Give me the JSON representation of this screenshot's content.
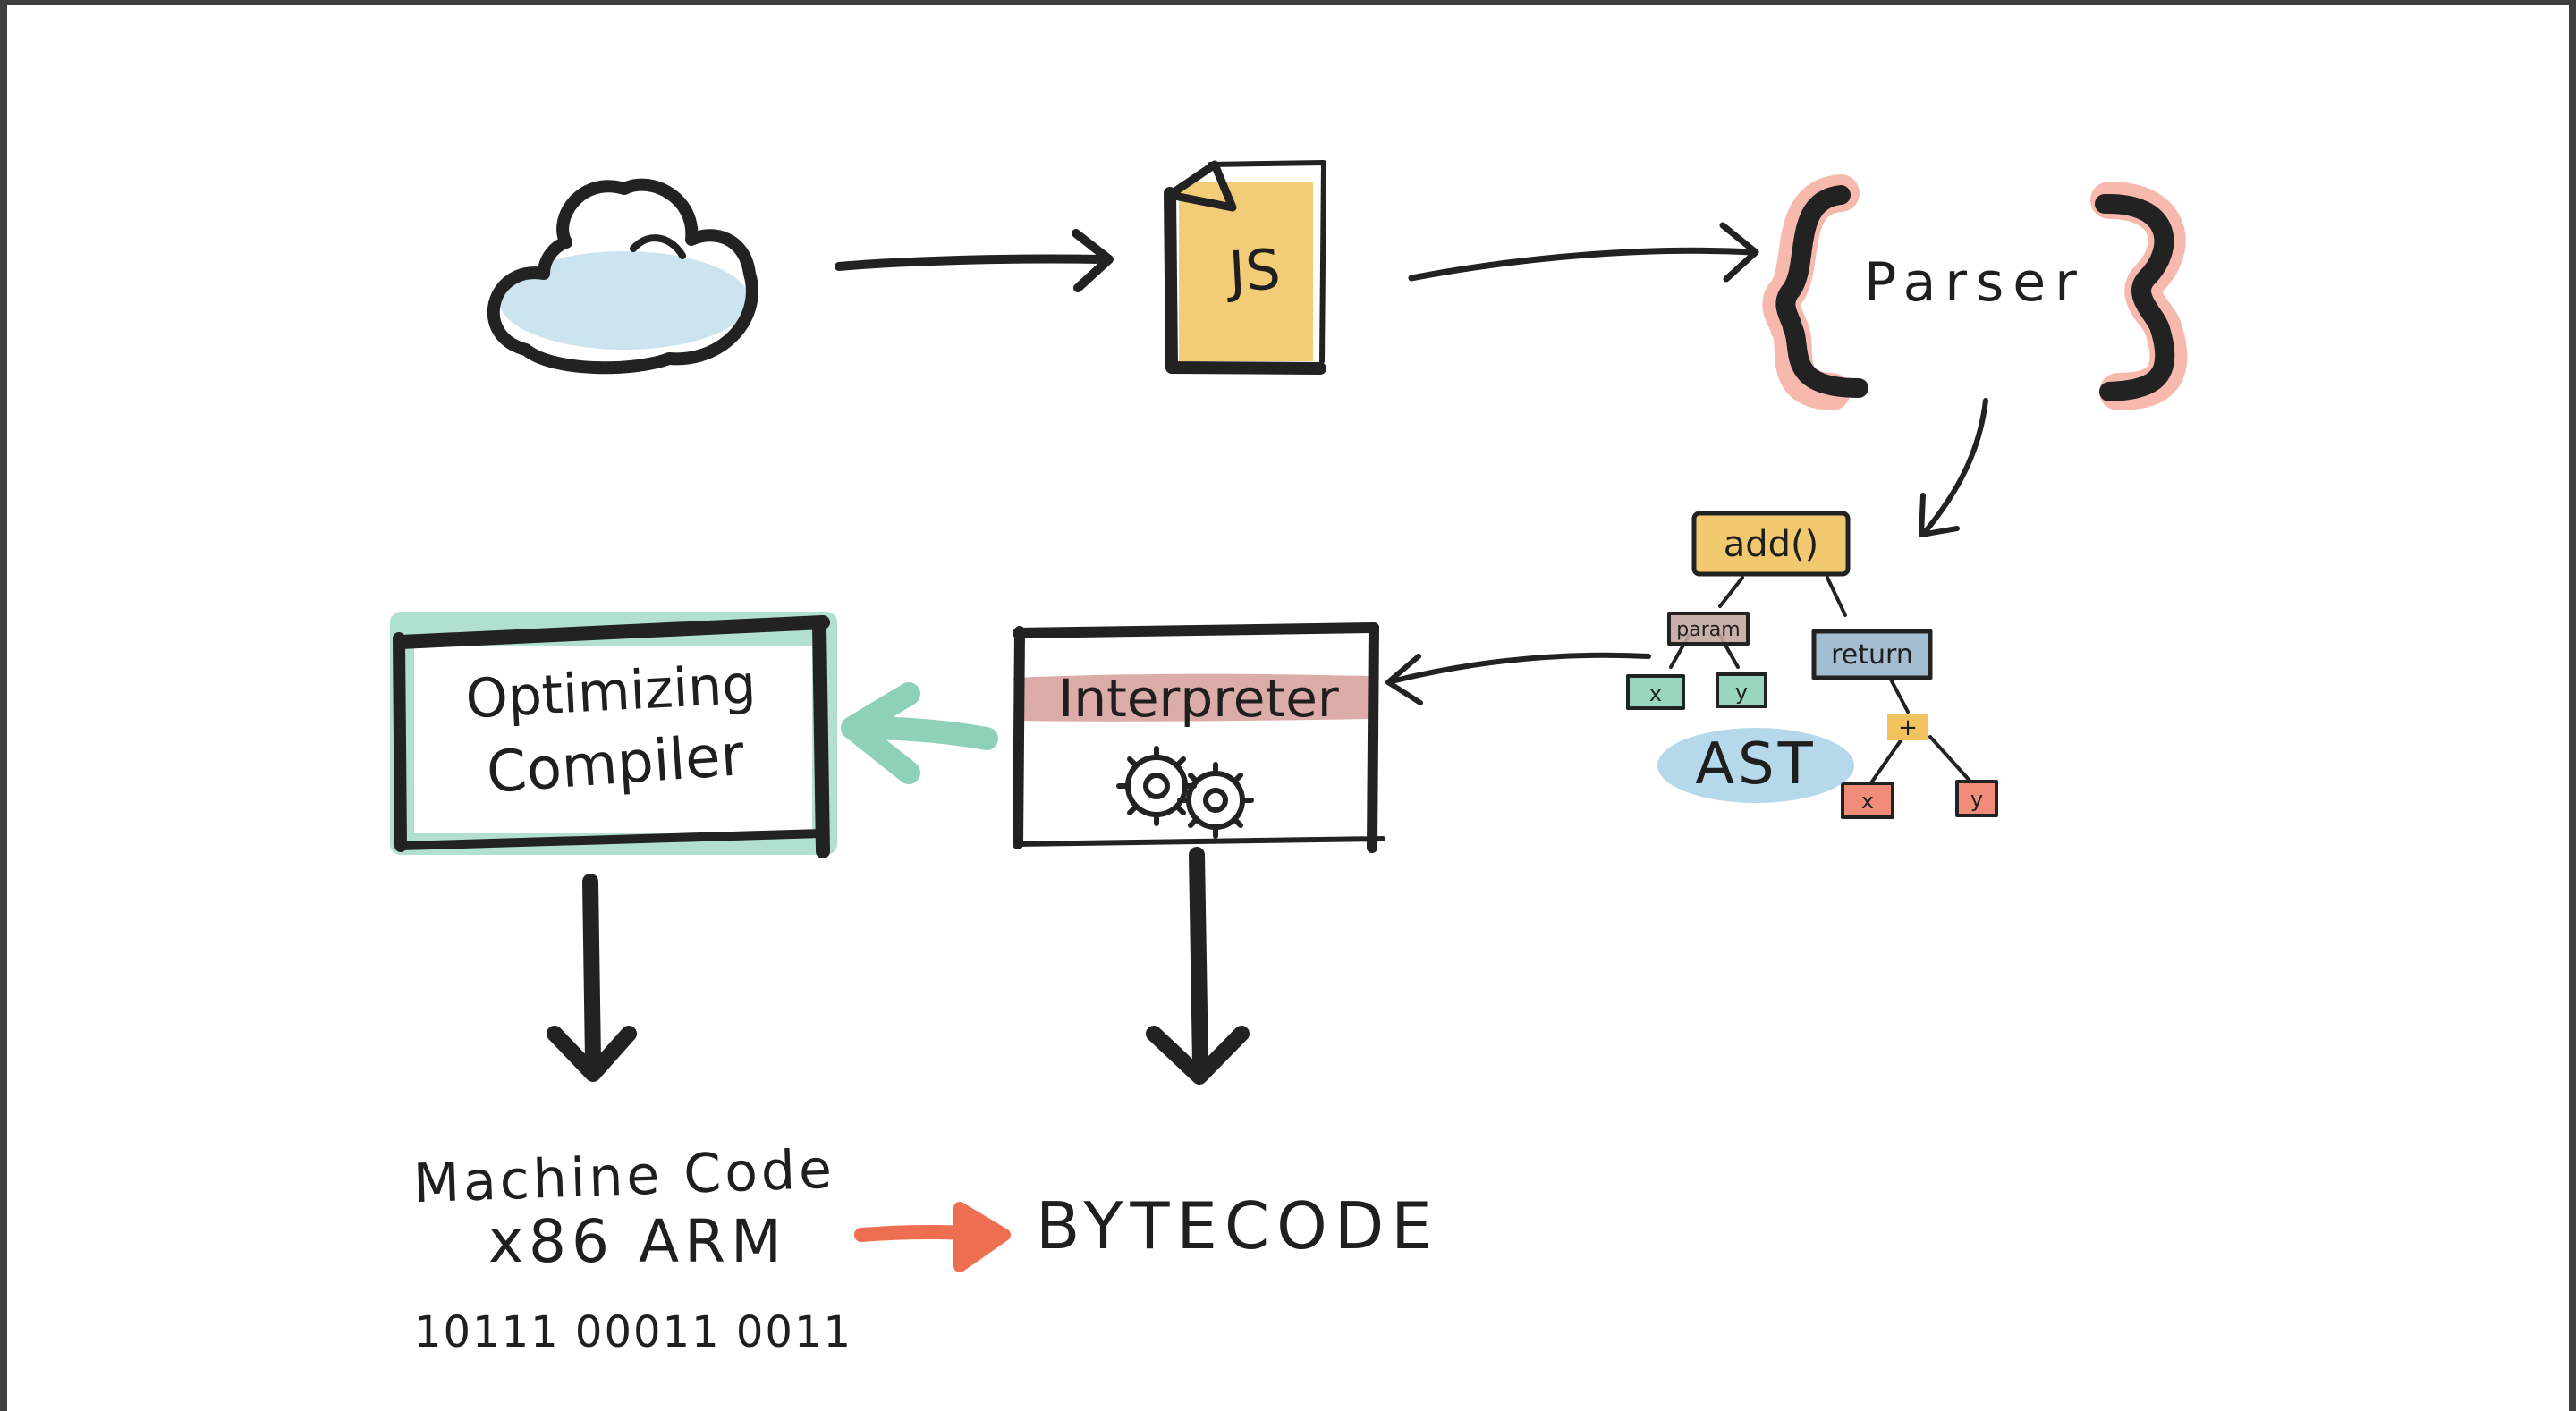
{
  "colors": {
    "ink": "#222222",
    "cloud": "#b9dbe9",
    "js_file": "#f0c35e",
    "parser_brace": "#f0806a",
    "ast_label": "#8fc3e0",
    "ast_root": "#f0c35e",
    "ast_param": "#c2a6a0",
    "ast_return": "#9fb9cf",
    "ast_leaf_green": "#8fd1b8",
    "ast_leaf_red": "#f0806a",
    "interpreter_band": "#c97f7a",
    "compiler_glow": "#98d6c0",
    "feedback_arrow": "#8fd1b8",
    "bytecode_arrow": "#ee6e52"
  },
  "icons": {
    "cloud": "cloud-icon",
    "file": "js-file-icon",
    "gears": "gears-icon"
  },
  "labels": {
    "js_file": "JS",
    "parser": "Parser",
    "ast": "AST",
    "ast_root": "add()",
    "ast_param": "param",
    "ast_return": "return",
    "ast_plus": "+",
    "ast_leaf_x": "x",
    "ast_leaf_y": "y",
    "interpreter": "Interpreter",
    "compiler_line1": "Optimizing",
    "compiler_line2": "Compiler",
    "machine_code_line1": "Machine Code",
    "machine_code_line2": "x86 ARM",
    "binary": "10111 00011 0011",
    "bytecode": "BYTECODE"
  }
}
